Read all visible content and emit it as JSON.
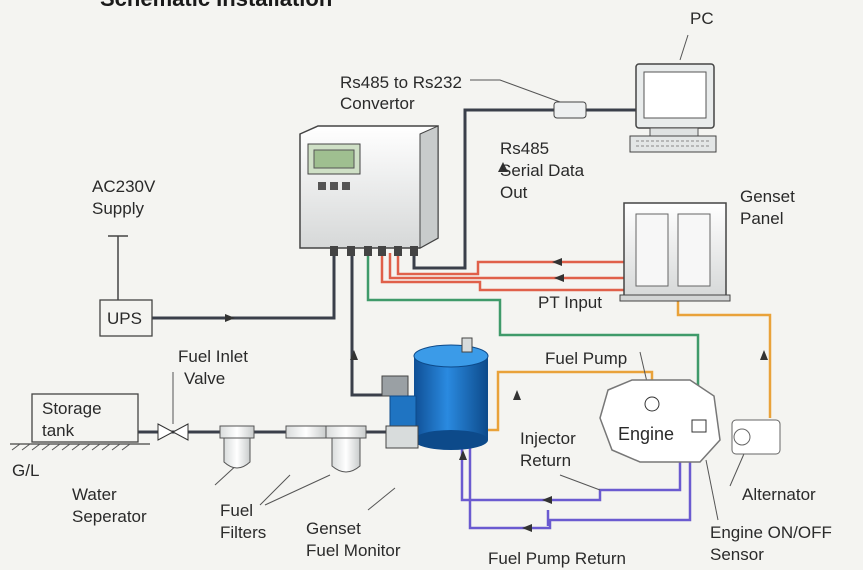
{
  "title": "Schematic Installation",
  "labels": {
    "pc": "PC",
    "convertor_line1": "Rs485 to Rs232",
    "convertor_line2": "Convertor",
    "serial_line1": "Rs485",
    "serial_line2": "Serial Data",
    "serial_line3": "Out",
    "ac_line1": "AC230V",
    "ac_line2": "Supply",
    "ups": "UPS",
    "genset_panel_line1": "Genset",
    "genset_panel_line2": "Panel",
    "pt_input": "PT Input",
    "fuel_inlet_line1": "Fuel Inlet",
    "fuel_inlet_line2": "Valve",
    "fuel_pump": "Fuel Pump",
    "storage_line1": "Storage",
    "storage_line2": "tank",
    "gl": "G/L",
    "engine": "Engine",
    "injector_line1": "Injector",
    "injector_line2": "Return",
    "water_line1": "Water",
    "water_line2": "Seperator",
    "filters_line1": "Fuel",
    "filters_line2": "Filters",
    "monitor_line1": "Genset",
    "monitor_line2": "Fuel Monitor",
    "alternator": "Alternator",
    "sensor_line1": "Engine ON/OFF",
    "sensor_line2": "Sensor",
    "pump_return": "Fuel Pump Return"
  },
  "colors": {
    "background": "#f4f4f1",
    "cable_dark": "#3a3f4a",
    "cable_red": "#e0604a",
    "cable_green": "#3f9a6a",
    "cable_orange": "#e9a23a",
    "cable_purple": "#6a5ad0",
    "monitor_tank": "#1f74c2"
  }
}
